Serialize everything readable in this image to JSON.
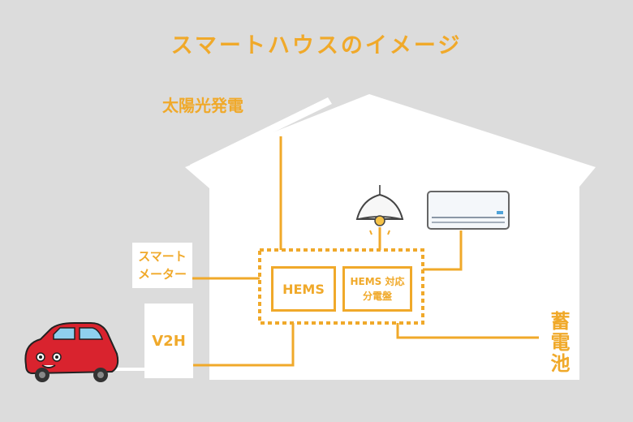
{
  "title": "スマートハウスのイメージ",
  "labels": {
    "solar": "太陽光発電",
    "smart_meter": "スマート\nメーター",
    "v2h": "V2H",
    "battery": "蓄電池",
    "hems": "HEMS",
    "panel": "HEMS 対応\n分電盤"
  },
  "colors": {
    "background": "#dcdcdc",
    "accent": "#f0a92a",
    "house": "#ffffff",
    "car": "#d9232e"
  }
}
